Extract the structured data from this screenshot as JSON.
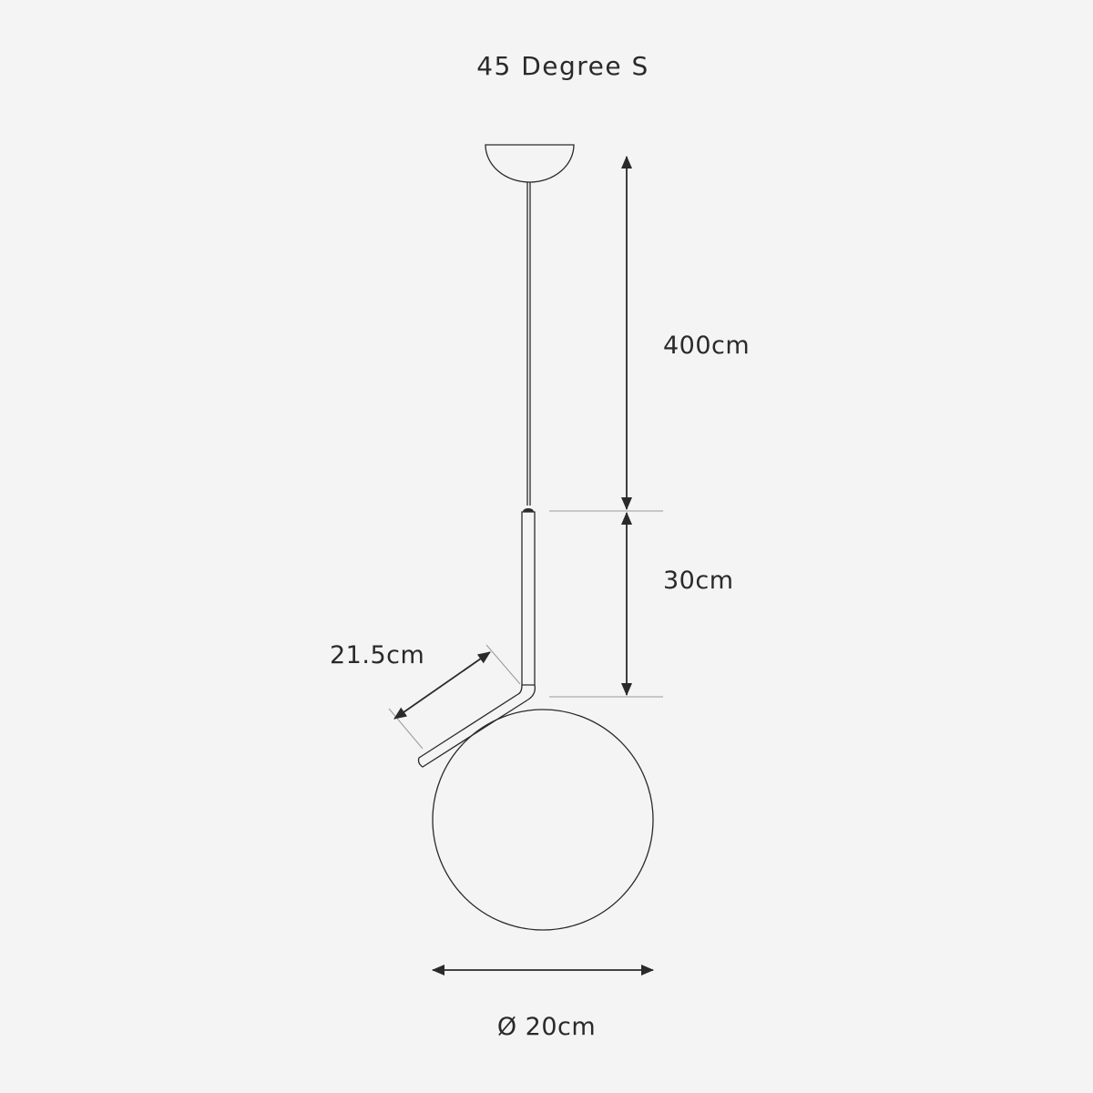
{
  "diagram": {
    "title": "45 Degree S",
    "dimensions": {
      "drop_length": "400cm",
      "stem_length": "30cm",
      "arm_length": "21.5cm",
      "globe_diameter": "Ø 20cm"
    },
    "colors": {
      "background": "#f4f4f4",
      "line": "#2a2a2a",
      "guide": "#9a9a9a"
    }
  }
}
